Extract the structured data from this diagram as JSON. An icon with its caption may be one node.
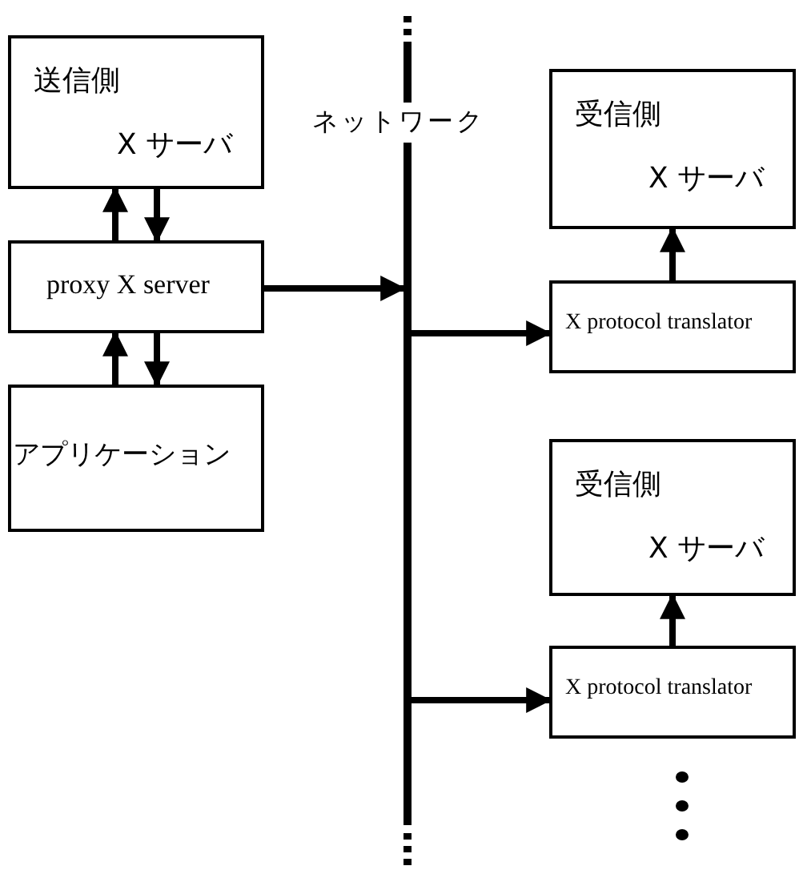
{
  "diagram": {
    "nodes": [
      {
        "text": [
          "送信側",
          "X サーバ"
        ]
      },
      {
        "text": [
          "proxy X server"
        ]
      },
      {
        "text": [
          "アプリケーション"
        ]
      },
      {
        "text": [],
        "shape": "bar"
      },
      {
        "text": [
          "受信側",
          "X サーバ"
        ]
      },
      {
        "text": [
          "X protocol translator"
        ]
      },
      {
        "text": [
          "受信側",
          "X サーバ"
        ]
      },
      {
        "text": [
          "X protocol translator"
        ]
      }
    ],
    "edges": [
      {
        "from": 1,
        "to": 0,
        "arrow": "to"
      },
      {
        "from": 0,
        "to": 1,
        "arrow": "to"
      },
      {
        "from": 2,
        "to": 1,
        "arrow": "to"
      },
      {
        "from": 1,
        "to": 2,
        "arrow": "to"
      },
      {
        "from": 1,
        "to": 3,
        "arrow": "to"
      },
      {
        "from": 3,
        "to": 5,
        "arrow": "to"
      },
      {
        "from": 5,
        "to": 4,
        "arrow": "to"
      },
      {
        "from": 3,
        "to": 7,
        "arrow": "to"
      },
      {
        "from": 7,
        "to": 6,
        "arrow": "to"
      }
    ],
    "labels": [
      "ネットワーク"
    ]
  }
}
